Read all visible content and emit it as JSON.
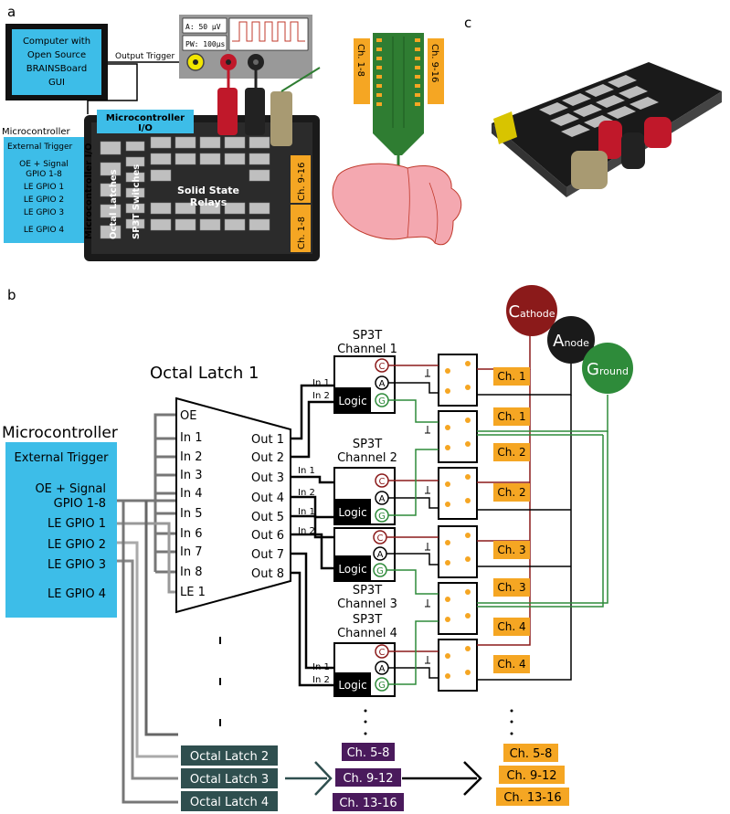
{
  "panels": {
    "a": "a",
    "b": "b",
    "c": "c"
  },
  "panel_a": {
    "computer_lines": [
      "Computer with",
      "Open Source",
      "BRAINSBoard",
      "GUI"
    ],
    "output_trigger": "Output Trigger",
    "amp_label": "A: 50 µV",
    "pw_label": "PW: 100µs",
    "mcu_io": "Microcontroller",
    "mcu_io2": "I/O",
    "mcu_side": "Microcontroller I/O",
    "octal_latches": "Octal Latches",
    "sp3t_switches": "SP3T Switches",
    "relays_1": "Solid State",
    "relays_2": "Relays",
    "ch_9_16": "Ch. 9-16",
    "ch_1_8": "Ch. 1-8",
    "left_title": "Microcontroller",
    "left_items": [
      "External Trigger",
      "OE + Signal",
      "GPIO 1-8",
      "LE GPIO 1",
      "LE GPIO 2",
      "LE GPIO 3",
      "LE GPIO 4"
    ],
    "probe_left": "Ch. 1-8",
    "probe_right": "Ch. 9-16"
  },
  "panel_b": {
    "mcu_title": "Microcontroller",
    "mcu_items": [
      "External Trigger",
      "OE + Signal",
      "GPIO 1-8",
      "LE GPIO 1",
      "LE GPIO 2",
      "LE GPIO 3",
      "LE GPIO 4"
    ],
    "latch_title": "Octal Latch 1",
    "latch_inputs": [
      "OE",
      "In 1",
      "In 2",
      "In 3",
      "In 4",
      "In 5",
      "In 6",
      "In 7",
      "In 8",
      "LE 1"
    ],
    "latch_outputs": [
      "Out 1",
      "Out 2",
      "Out 3",
      "Out 4",
      "Out 5",
      "Out 6",
      "Out 7",
      "Out 8"
    ],
    "switch_titles": [
      "SP3T",
      "Channel 1",
      "SP3T",
      "Channel 2",
      "SP3T",
      "Channel 3",
      "SP3T",
      "Channel 4"
    ],
    "logic": "Logic",
    "in1": "In 1",
    "in2": "In 2",
    "cag": [
      "C",
      "A",
      "G"
    ],
    "cathode": {
      "big": "C",
      "rest": "athode"
    },
    "anode": {
      "big": "A",
      "rest": "node"
    },
    "ground": {
      "big": "G",
      "rest": "round"
    },
    "channels": [
      "Ch. 1",
      "Ch. 1",
      "Ch. 2",
      "Ch. 2",
      "Ch. 3",
      "Ch. 3",
      "Ch. 4",
      "Ch. 4"
    ],
    "more_latches": [
      "Octal Latch 2",
      "Octal Latch 3",
      "Octal Latch 4"
    ],
    "more_switch_ch": [
      "Ch. 5-8",
      "Ch. 9-12",
      "Ch. 13-16"
    ],
    "more_out_ch": [
      "Ch. 5-8",
      "Ch. 9-12",
      "Ch. 13-16"
    ]
  },
  "colors": {
    "blue": "#3dbde8",
    "orange": "#f5a623",
    "purple": "#4a1a5c",
    "slate": "#2f4f4f",
    "cathode": "#8b1a1a",
    "ground": "#2e8b3a",
    "green_probe": "#2f7d32",
    "brain": "#f4a8b0"
  }
}
